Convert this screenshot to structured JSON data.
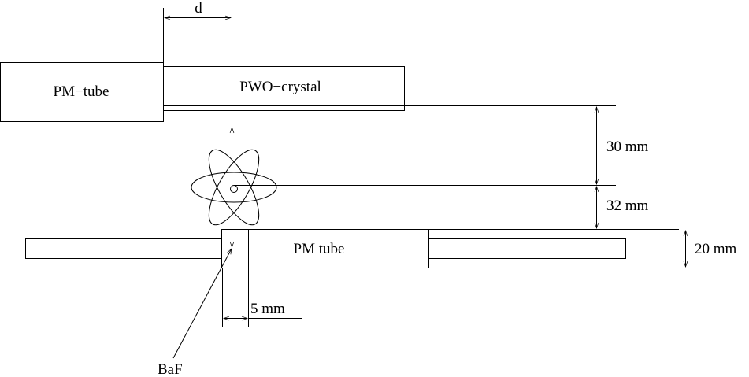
{
  "labels": {
    "d": "d",
    "pm_tube_top": "PM−tube",
    "pwo_crystal": "PWO−crystal",
    "dim_30": "30 mm",
    "dim_32": "32 mm",
    "pm_tube_bottom": "PM tube",
    "dim_20": "20 mm",
    "dim_5": "5 mm",
    "baf": "BaF"
  },
  "colors": {
    "stroke": "#000000",
    "background": "#ffffff"
  }
}
